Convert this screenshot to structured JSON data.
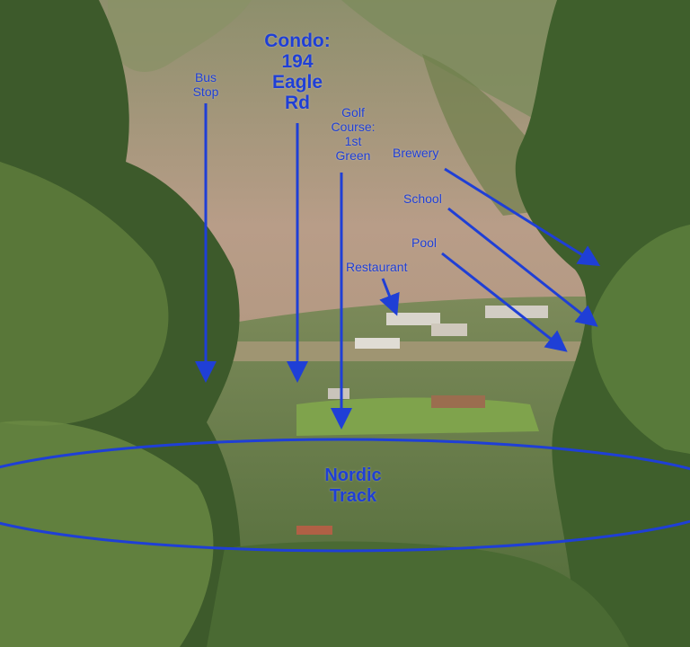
{
  "labels": {
    "condo": [
      "Condo:",
      "194",
      "Eagle",
      "Rd"
    ],
    "bus_stop": [
      "Bus",
      "Stop"
    ],
    "golf": [
      "Golf",
      "Course:",
      "1st",
      "Green"
    ],
    "brewery": "Brewery",
    "school": "School",
    "pool": "Pool",
    "restaurant": "Restaurant",
    "nordic": [
      "Nordic",
      "Track"
    ]
  },
  "colors": {
    "annotation_blue": "#1f3fd6",
    "sky_hillside": "#b59b88",
    "forest_green": "#4f6a37",
    "valley_green": "#6f8a48"
  }
}
